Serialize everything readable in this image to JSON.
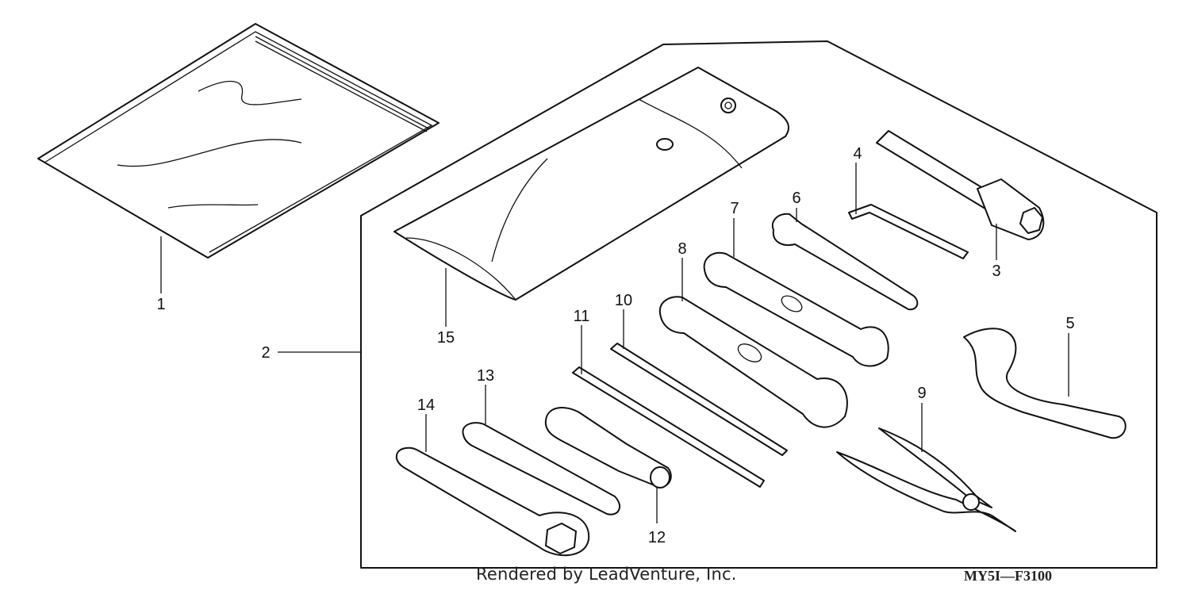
{
  "callouts": [
    "1",
    "2",
    "3",
    "4",
    "5",
    "6",
    "7",
    "8",
    "9",
    "10",
    "11",
    "12",
    "13",
    "14",
    "15"
  ],
  "footer": {
    "credit": "Rendered by LeadVenture, Inc.",
    "diagram_code": "MY5I—F3100"
  }
}
